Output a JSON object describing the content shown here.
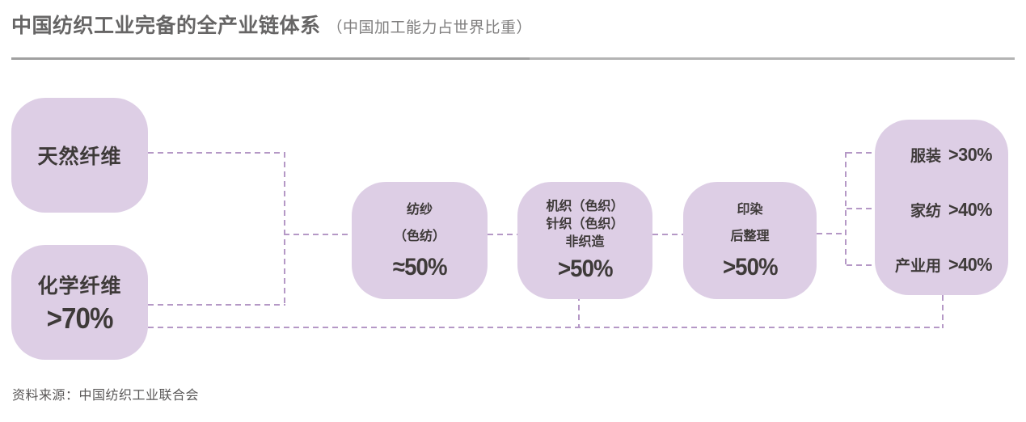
{
  "title": {
    "main": "中国纺织工业完备的全产业链体系",
    "sub": "（中国加工能力占世界比重）"
  },
  "source": "资料来源：中国纺织工业联合会",
  "colors": {
    "box_fill": "#ddcee5",
    "dash_line": "#b598c6",
    "text_dark": "#3e3a39",
    "title_gray": "#666565",
    "subtitle_gray": "#7f7e7e"
  },
  "nodes": {
    "natural_fiber": {
      "label": "天然纤维"
    },
    "chemical_fiber": {
      "label": "化学纤维",
      "value": ">70%"
    },
    "spinning": {
      "line1": "纺纱",
      "line2": "（色纺）",
      "value": "≈50%"
    },
    "fabric": {
      "line1": "机织（色织）",
      "line2": "针织（色织）",
      "line3": "非织造",
      "value": ">50%"
    },
    "dyeing": {
      "line1": "印染",
      "line2": "后整理",
      "value": ">50%"
    },
    "end_uses": {
      "rows": [
        {
          "label": "服装",
          "value": ">30%"
        },
        {
          "label": "家纺",
          "value": ">40%"
        },
        {
          "label": "产业用",
          "value": ">40%"
        }
      ]
    }
  }
}
